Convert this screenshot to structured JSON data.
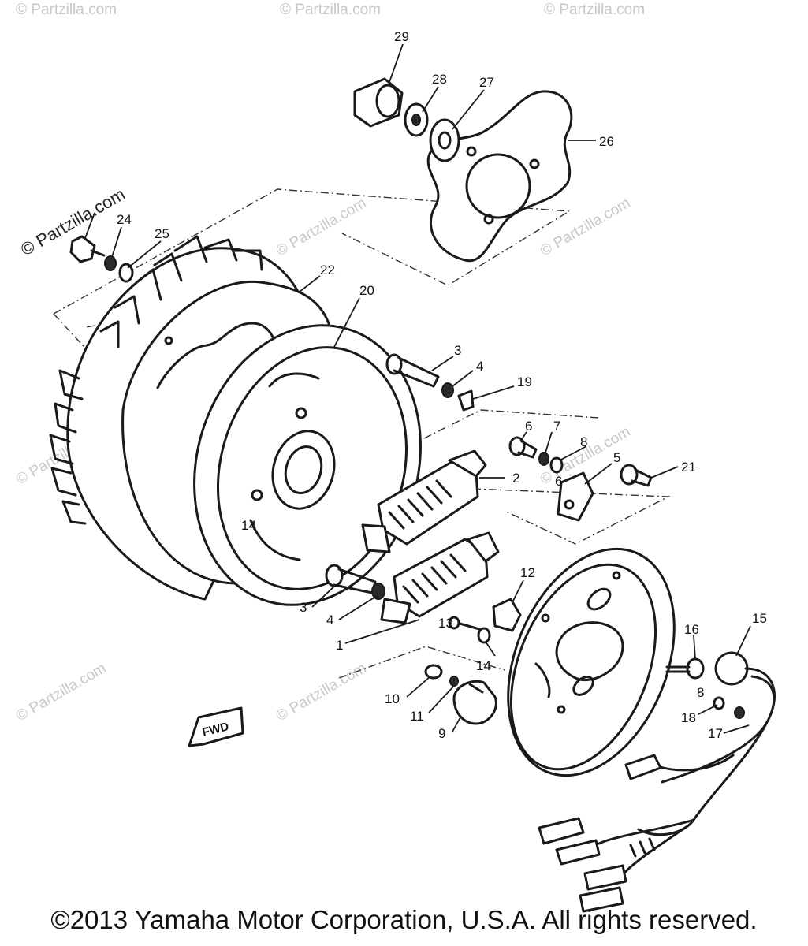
{
  "watermark": {
    "text": "© Partzilla.com"
  },
  "callouts": [
    "1",
    "2",
    "3",
    "3",
    "4",
    "4",
    "5",
    "6",
    "6",
    "7",
    "8",
    "8",
    "9",
    "10",
    "11",
    "12",
    "13",
    "14",
    "14",
    "15",
    "16",
    "17",
    "18",
    "19",
    "20",
    "21",
    "22",
    "24",
    "25",
    "26",
    "27",
    "28",
    "29"
  ],
  "fwd_label": "FWD",
  "copyright": "©2013 Yamaha Motor Corporation, U.S.A. All rights reserved."
}
